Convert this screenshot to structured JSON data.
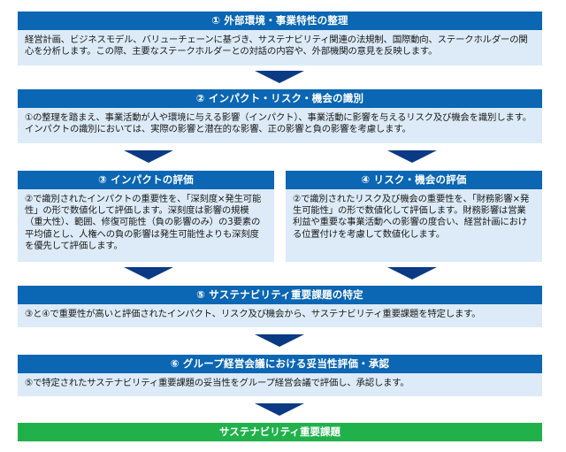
{
  "steps": {
    "s1": {
      "title": "① 外部環境・事業特性の整理",
      "text": "経営計画、ビジネスモデル、バリューチェーンに基づき、サステナビリティ関連の法規制、国際動向、ステークホルダーの関心を分析します。この際、主要なステークホルダーとの対話の内容や、外部機関の意見を反映します。"
    },
    "s2": {
      "title": "② インパクト・リスク・機会の識別",
      "text": "①の整理を踏まえ、事業活動が人や環境に与える影響（インパクト）、事業活動に影響を与えるリスク及び機会を識別します。インパクトの識別においては、実際の影響と潜在的な影響、正の影響と負の影響を考慮します。"
    },
    "s3": {
      "title": "③ インパクトの評価",
      "text": "②で識別されたインパクトの重要性を、「深刻度×発生可能性」の形で数値化して評価します。深刻度は影響の規模（重大性）、範囲、修復可能性（負の影響のみ）の3要素の平均値とし、人権への負の影響は発生可能性よりも深刻度を優先して評価します。"
    },
    "s4": {
      "title": "④ リスク・機会の評価",
      "text": "②で識別されたリスク及び機会の重要性を、「財務影響×発生可能性」の形で数値化して評価します。財務影響は営業利益や重要な事業活動への影響の度合い、経営計画における位置付けを考慮して数値化します。"
    },
    "s5": {
      "title": "⑤ サステナビリティ重要課題の特定",
      "text": "③と④で重要性が高いと評価されたインパクト、リスク及び機会から、サステナビリティ重要課題を特定します。"
    },
    "s6": {
      "title": "⑥ グループ経営会議における妥当性評価・承認",
      "text": "⑤で特定されたサステナビリティ重要課題の妥当性をグループ経営会議で評価し、承認します。"
    },
    "final": "サステナビリティ重要課題"
  },
  "colors": {
    "header": "#0b66b3",
    "body": "#dcebf7",
    "arrow": "#0b3a84",
    "final": "#21b14b"
  }
}
